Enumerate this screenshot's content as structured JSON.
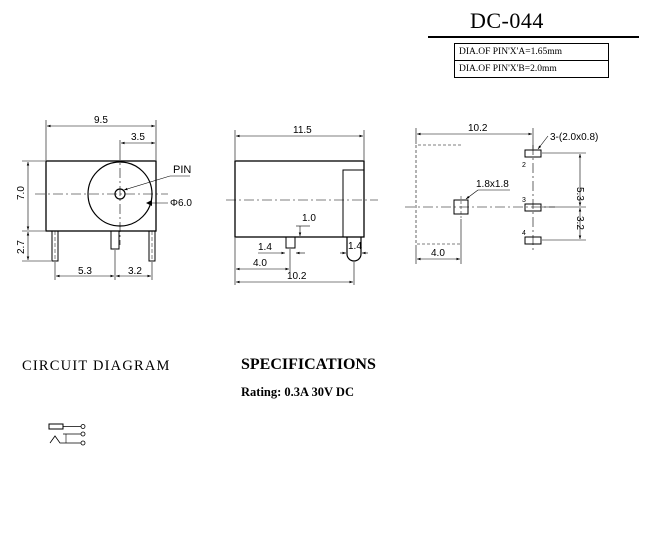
{
  "title": "DC-044",
  "spec_table": [
    "DIA.OF PIN'X'A=1.65mm",
    "DIA.OF PIN'X'B=2.0mm"
  ],
  "front_view": {
    "dim_width": "9.5",
    "dim_center": "3.5",
    "dim_height": "7.0",
    "dim_leg": "2.7",
    "dim_pitch_left": "5.3",
    "dim_pitch_right": "3.2",
    "pin_label": "PIN",
    "diameter_label": "Φ6.0"
  },
  "side_view": {
    "dim_length": "11.5",
    "dim_pin_height": "1.0",
    "dim_pin_width": "1.4",
    "dim_rear_pin": "1.4",
    "dim_pin_offset": "4.0",
    "dim_overall": "10.2"
  },
  "footprint": {
    "dim_width": "10.2",
    "slot_label": "3-(2.0x0.8)",
    "pad_label": "1.8x1.8",
    "dim_upper": "5.3",
    "dim_lower": "3.2",
    "dim_offset": "4.0",
    "pin_numbers": [
      "2",
      "3",
      "4"
    ]
  },
  "headings": {
    "circuit": "CIRCUIT DIAGRAM",
    "specifications": "SPECIFICATIONS",
    "rating": "Rating: 0.3A 30V DC"
  }
}
